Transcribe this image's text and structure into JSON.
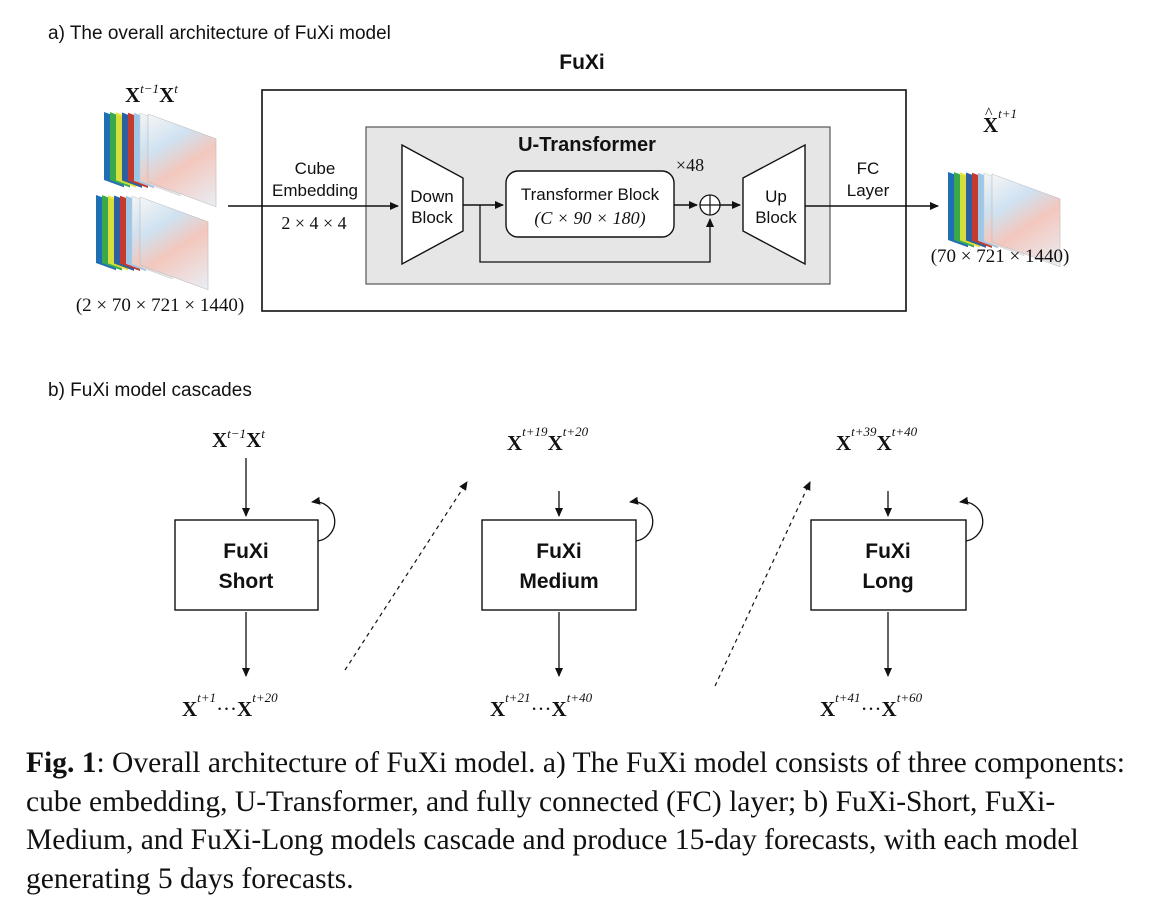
{
  "panel_a": {
    "label": "a) The overall architecture of FuXi model",
    "title": "FuXi",
    "input_label_x1": "X",
    "input_sup1": "t−1",
    "input_label_x2": "X",
    "input_sup2": "t",
    "input_shape": "(2 × 70 × 721 × 1440)",
    "cube_embedding_line1": "Cube",
    "cube_embedding_line2": "Embedding",
    "cube_embedding_size": "2 × 4 × 4",
    "u_transformer_title": "U-Transformer",
    "down_block_line1": "Down",
    "down_block_line2": "Block",
    "transformer_block_line1": "Transformer Block",
    "transformer_block_line2": "(C × 90 × 180)",
    "repeat_label": "×48",
    "up_block_line1": "Up",
    "up_block_line2": "Block",
    "fc_layer_line1": "FC",
    "fc_layer_line2": "Layer",
    "output_label": "X",
    "output_sup": "t+1",
    "output_shape": "(70 × 721 × 1440)"
  },
  "panel_b": {
    "label": "b) FuXi model cascades",
    "models": [
      {
        "line1": "FuXi",
        "line2": "Short",
        "in_a": "X",
        "in_a_sup": "t−1",
        "in_b": "X",
        "in_b_sup": "t",
        "out_a": "X",
        "out_a_sup": "t+1",
        "out_dots": "···",
        "out_b": "X",
        "out_b_sup": "t+20"
      },
      {
        "line1": "FuXi",
        "line2": "Medium",
        "in_a": "X",
        "in_a_sup": "t+19",
        "in_b": "X",
        "in_b_sup": "t+20",
        "out_a": "X",
        "out_a_sup": "t+21",
        "out_dots": "···",
        "out_b": "X",
        "out_b_sup": "t+40"
      },
      {
        "line1": "FuXi",
        "line2": "Long",
        "in_a": "X",
        "in_a_sup": "t+39",
        "in_b": "X",
        "in_b_sup": "t+40",
        "out_a": "X",
        "out_a_sup": "t+41",
        "out_dots": "···",
        "out_b": "X",
        "out_b_sup": "t+60"
      }
    ]
  },
  "caption": {
    "fig_label": "Fig. 1",
    "text": ": Overall architecture of FuXi model. a) The FuXi model consists of three components: cube embedding, U-Transformer, and fully connected (FC) layer; b) FuXi-Short, FuXi-Medium, and FuXi-Long models cascade and produce 15-day forecasts, with each model generating 5 days forecasts."
  },
  "colors": {
    "stroke": "#111111",
    "u_transformer_fill": "#e6e6e6",
    "data_cube_colors": [
      "#1f6fb4",
      "#3aa84d",
      "#e8e33a",
      "#c33b2e",
      "#9fc6e4",
      "#f4f4f4"
    ]
  }
}
